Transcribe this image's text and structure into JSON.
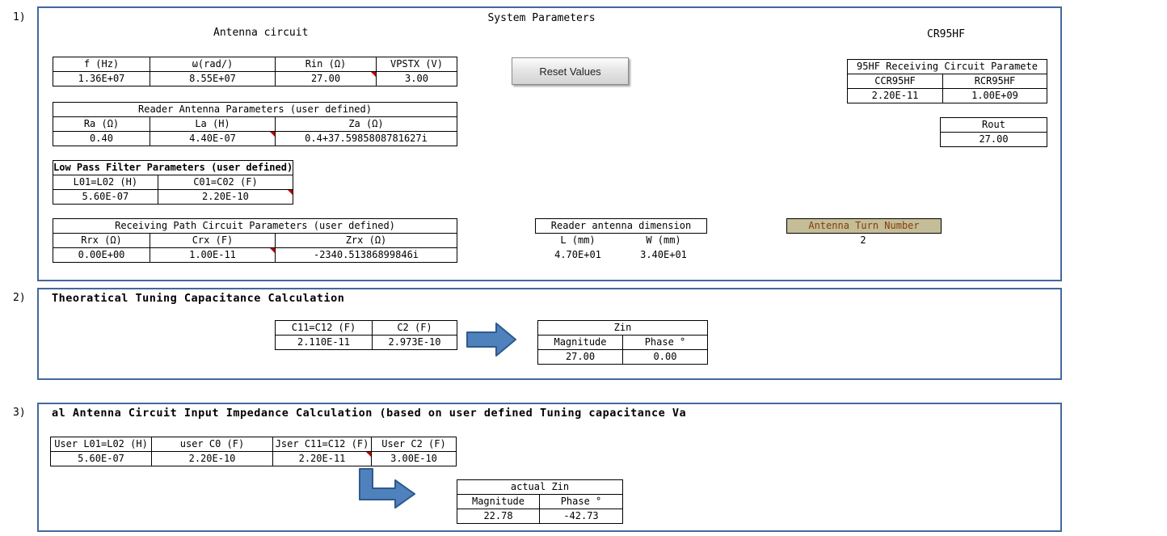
{
  "colors": {
    "header_green": "#00B050",
    "header_light_green": "#92D050",
    "header_orange": "#F79646",
    "header_gray": "#BFBFBF",
    "header_light_blue": "#DCE6F1",
    "header_tan": "#C4BD97",
    "section_border_blue": "#44679E",
    "arrow_blue": "#4F81BD",
    "comment_red": "#C00000"
  },
  "s1": {
    "label": "1)",
    "title": "System Parameters",
    "left_heading": "Antenna circuit",
    "right_heading": "CR95HF",
    "main": {
      "headers": [
        "f (Hz)",
        "ω(rad/)",
        "Rin (Ω)",
        "VPSTX (V)"
      ],
      "values": [
        "1.36E+07",
        "8.55E+07",
        "27.00",
        "3.00"
      ]
    },
    "reader": {
      "title": "Reader Antenna Parameters (user defined)",
      "headers": [
        "Ra (Ω)",
        "La (H)",
        "Za  (Ω)"
      ],
      "values": [
        "0.40",
        "4.40E-07",
        "0.4+37.5985808781627i"
      ]
    },
    "lowpass": {
      "title": "Low Pass Filter Parameters (user defined)",
      "headers": [
        "L01=L02 (H)",
        "C01=C02 (F)"
      ],
      "values": [
        "5.60E-07",
        "2.20E-10"
      ]
    },
    "receiving": {
      "title": "Receiving Path Circuit Parameters (user defined)",
      "headers": [
        "Rrx  (Ω)",
        "Crx (F)",
        "Zrx  (Ω)"
      ],
      "values": [
        "0.00E+00",
        "1.00E-11",
        "-2340.51386899846i"
      ]
    },
    "reset_label": "Reset Values",
    "dimension": {
      "title": "Reader antenna dimension",
      "headers": [
        "L (mm)",
        "W (mm)"
      ],
      "values": [
        "4.70E+01",
        "3.40E+01"
      ]
    },
    "turns": {
      "title": "Antenna Turn Number",
      "value": "2"
    },
    "cr95hf": {
      "title": "95HF Receiving Circuit Paramete",
      "headers": [
        "CCR95HF",
        "RCR95HF"
      ],
      "values": [
        "2.20E-11",
        "1.00E+09"
      ]
    },
    "rout": {
      "title": "Rout",
      "value": "27.00"
    }
  },
  "s2": {
    "label": "2)",
    "title": "Theoratical Tuning Capacitance Calculation",
    "caps": {
      "headers": [
        "C11=C12 (F)",
        "C2 (F)"
      ],
      "values": [
        "2.110E-11",
        "2.973E-10"
      ]
    },
    "zin": {
      "title": "Zin",
      "headers": [
        "Magnitude",
        "Phase °"
      ],
      "values": [
        "27.00",
        "0.00"
      ]
    }
  },
  "s3": {
    "label": "3)",
    "title": "al Antenna Circuit Input Impedance Calculation (based on user defined Tuning capacitance Va",
    "user": {
      "headers": [
        "User L01=L02 (H)",
        "user C0 (F)",
        "Jser C11=C12 (F)",
        "User C2 (F)"
      ],
      "values": [
        "5.60E-07",
        "2.20E-10",
        "2.20E-11",
        "3.00E-10"
      ]
    },
    "azin": {
      "title": "actual Zin",
      "headers": [
        "Magnitude",
        "Phase °"
      ],
      "values": [
        "22.78",
        "-42.73"
      ]
    }
  }
}
